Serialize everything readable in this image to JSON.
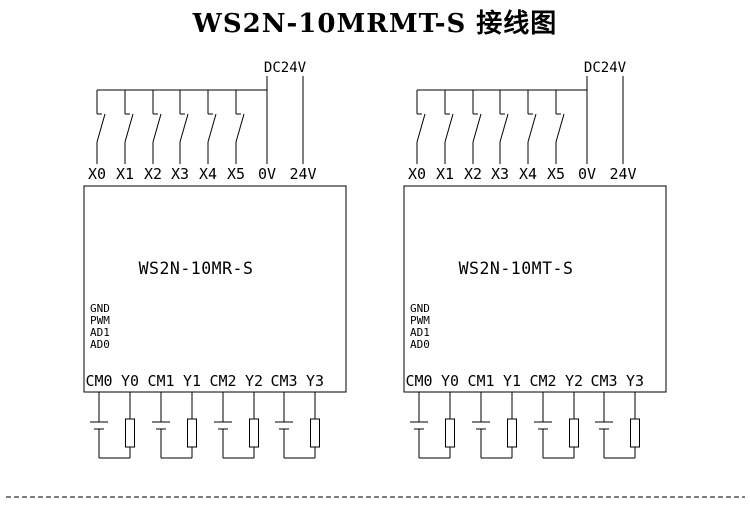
{
  "title": "WS2N-10MRMT-S 接线图",
  "diagrams": [
    {
      "model": "WS2N-10MR-S",
      "power_label": "DC24V",
      "top_terminals": [
        "X0",
        "X1",
        "X2",
        "X3",
        "X4",
        "X5",
        "0V",
        "24V"
      ],
      "internal_labels": [
        "GND",
        "PWM",
        "AD1",
        "AD0"
      ],
      "bottom_terminals": [
        "CM0",
        "Y0",
        "CM1",
        "Y1",
        "CM2",
        "Y2",
        "CM3",
        "Y3"
      ]
    },
    {
      "model": "WS2N-10MT-S",
      "power_label": "DC24V",
      "top_terminals": [
        "X0",
        "X1",
        "X2",
        "X3",
        "X4",
        "X5",
        "0V",
        "24V"
      ],
      "internal_labels": [
        "GND",
        "PWM",
        "AD1",
        "AD0"
      ],
      "bottom_terminals": [
        "CM0",
        "Y0",
        "CM1",
        "Y1",
        "CM2",
        "Y2",
        "CM3",
        "Y3"
      ]
    }
  ],
  "colors": {
    "line": "#000000",
    "text": "#000000",
    "background": "#ffffff"
  }
}
